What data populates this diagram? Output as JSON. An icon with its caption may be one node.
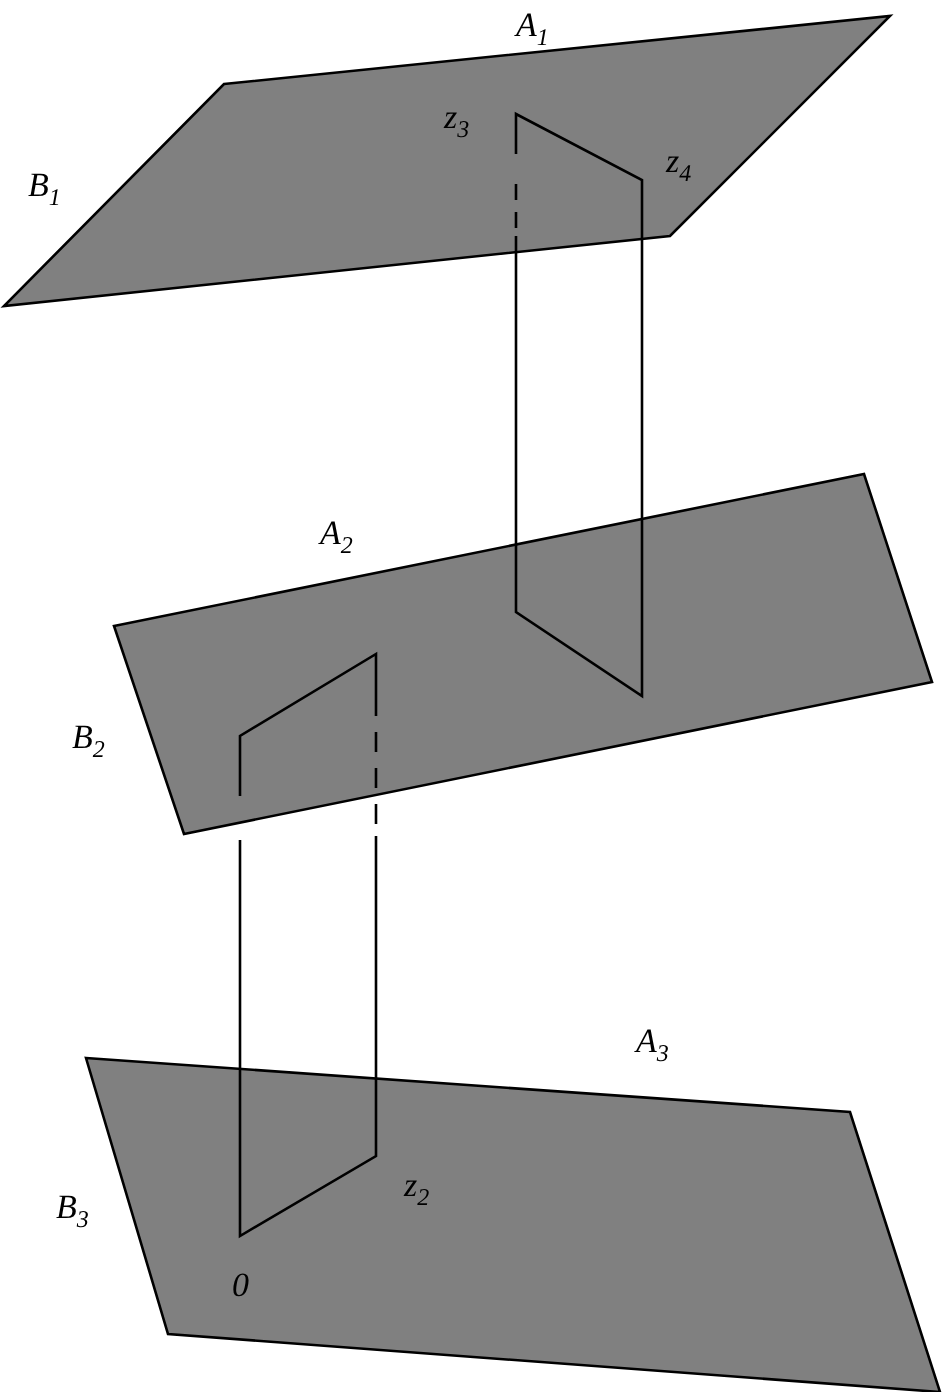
{
  "diagram": {
    "labels": [
      "A$_{1}$",
      "z$_{3}$",
      "z$_{4}$",
      "B$_{1}$",
      "A$_{2}$",
      "B$_{2}$",
      "A$_{3}$",
      "z$_{2}$",
      "B$_{3}$",
      "0"
    ]
  }
}
